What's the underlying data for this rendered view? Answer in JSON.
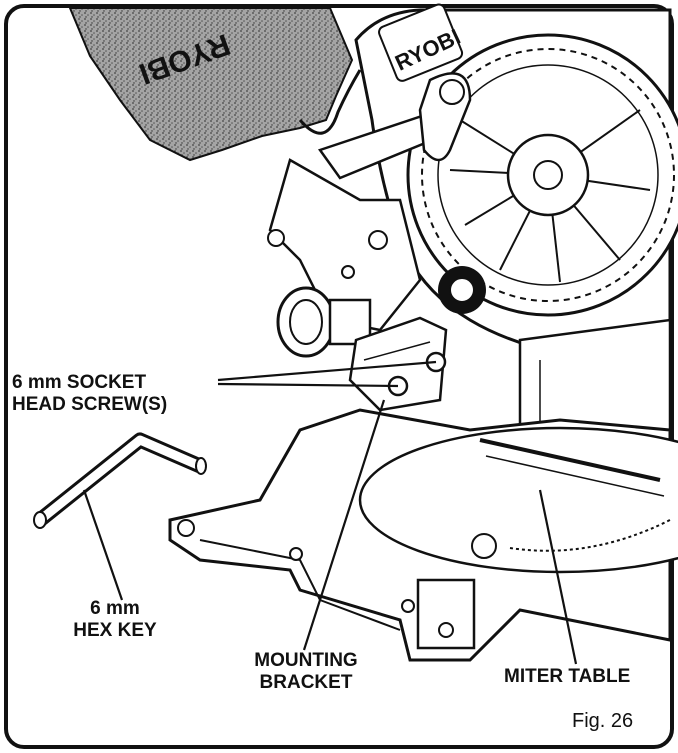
{
  "brand_marks": [
    "RYOBI",
    "RYOBI"
  ],
  "callouts": {
    "socket_screw": {
      "line1": "6 mm SOCKET",
      "line2": "HEAD SCREW(S)"
    },
    "hex_key": {
      "line1": "6 mm",
      "line2": "HEX KEY"
    },
    "mounting_bracket": {
      "line1": "MOUNTING",
      "line2": "BRACKET"
    },
    "miter_table": "MITER TABLE"
  },
  "figure_caption": "Fig. 26",
  "colors": {
    "ink": "#111111",
    "paper": "#ffffff",
    "dust_bag": "#9a9a9a"
  }
}
